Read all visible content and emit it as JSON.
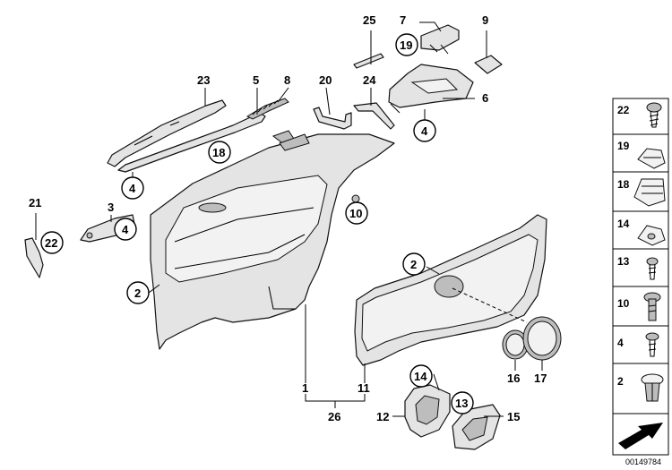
{
  "diagram": {
    "callouts": [
      "25",
      "7",
      "9",
      "19",
      "23",
      "5",
      "8",
      "20",
      "24",
      "6",
      "4",
      "18",
      "10",
      "21",
      "22",
      "3",
      "2",
      "16",
      "17",
      "14",
      "13",
      "12",
      "15",
      "1",
      "11",
      "26"
    ],
    "sidebar_labels": [
      "22",
      "19",
      "18",
      "14",
      "13",
      "10",
      "4",
      "2"
    ],
    "reference_number": "00149784"
  }
}
